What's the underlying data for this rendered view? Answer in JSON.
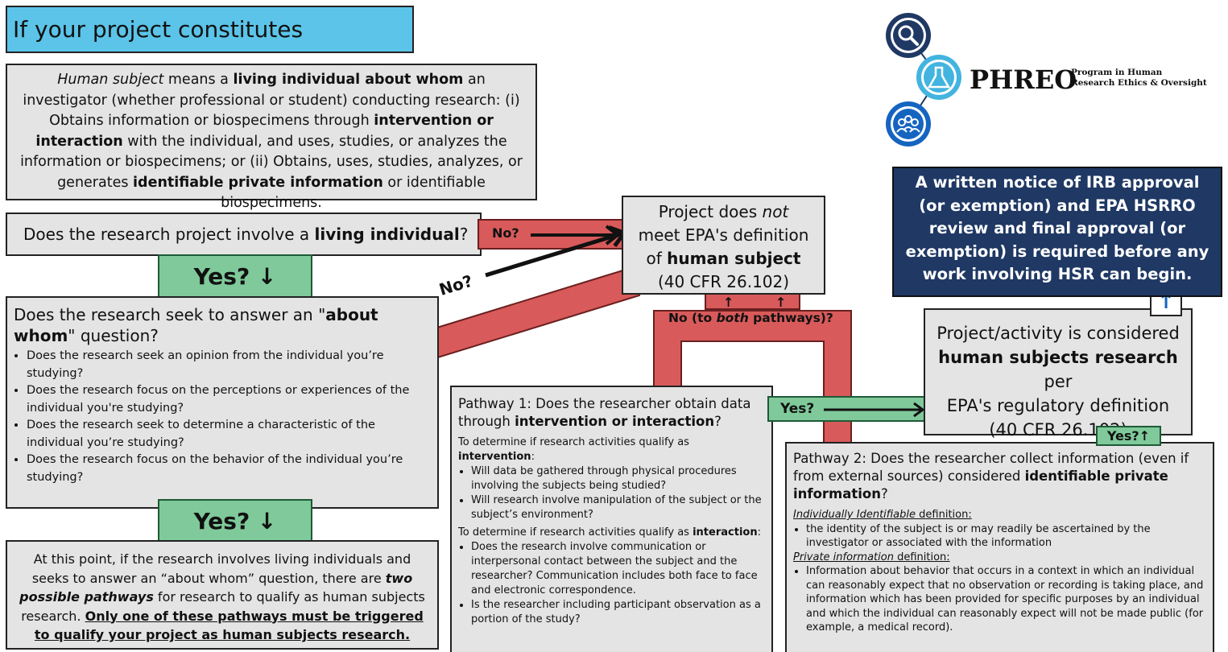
{
  "title": "If your project constitutes research...",
  "logo": {
    "name": "PHREO",
    "sub1": "Program in Human",
    "sub2": "Research Ethics & Oversight"
  },
  "definition": {
    "pre1": "Human subject",
    "t1": " means a ",
    "b1": "living individual about whom",
    "t2": " an investigator (whether professional or student) conducting research: (i) Obtains information or biospecimens through ",
    "b2": "intervention or interaction",
    "t3": " with the individual, and uses, studies, or analyzes the information or biospecimens; or (ii) Obtains, uses, studies, analyzes, or generates ",
    "b3": "identifiable private information",
    "t4": " or identifiable biospecimens."
  },
  "q1": {
    "pre": "Does the research project involve a ",
    "bold": "living individual",
    "post": "?"
  },
  "yes_label": "Yes?",
  "no_label": "No?",
  "q2": {
    "pre": "Does the research seek to answer an \"",
    "bold": "about whom",
    "post": "\" question?",
    "bullets": [
      "Does the research seek an opinion from the individual you’re studying?",
      "Does the research focus on the perceptions or experiences of the individual you're studying?",
      "Does the research seek to determine a characteristic of the individual you’re studying?",
      "Does the research focus on the behavior of the individual you’re studying?"
    ]
  },
  "pathways_note": {
    "t1": "At this point, if the research involves living individuals and seeks to answer an “about whom” question, there are ",
    "b1": "two possible pathways",
    "t2": " for research to qualify as human subjects research. ",
    "u1": "Only one of these pathways must be triggered to qualify your project as human subjects research."
  },
  "not_subject": {
    "l1a": "Project does ",
    "l1b": "not",
    "l2": "meet EPA's definition",
    "l3a": "of ",
    "l3b": "human subject",
    "l4": "(40 CFR 26.102)"
  },
  "no_both": {
    "pre": "No (to ",
    "em": "both",
    "post": " pathways)?"
  },
  "pathway1": {
    "h_pre": "Pathway 1: Does the researcher obtain data through ",
    "h_bold": "intervention or interaction",
    "h_post": "?",
    "s1_pre": "To determine if research activities qualify as ",
    "s1_bold": "intervention",
    "s1_post": ":",
    "s1_bullets": [
      "Will data be gathered through physical procedures involving the subjects being studied?",
      "Will research involve manipulation of the subject or the subject’s environment?"
    ],
    "s2_pre": "To determine if research activities qualify as ",
    "s2_bold": "interaction",
    "s2_post": ":",
    "s2_bullets": [
      "Does the research involve communication or interpersonal contact between the subject and the researcher? Communication includes both face to face and electronic correspondence.",
      "Is the researcher including participant observation as a portion of the study?"
    ]
  },
  "pathway2": {
    "h_pre": "Pathway 2: Does the researcher collect information (even if from external sources) considered ",
    "h_bold": "identifiable private information",
    "h_post": "?",
    "d1_em": "Individually Identifiable",
    "d1_post": " definition:",
    "d1_bullets": [
      "the identity of the subject is or may readily be ascertained by the investigator or associated with the information"
    ],
    "d2_em": "Private information",
    "d2_post": " definition:",
    "d2_bullets": [
      "Information about behavior that occurs in a context in which an individual can reasonably expect that no observation or recording is taking place, and information which has been provided for specific purposes by an individual and which the individual can reasonably expect will not be made public (for example, a medical record)."
    ]
  },
  "hsr": {
    "l1": "Project/activity is considered",
    "l2a": "human subjects research",
    "l2b": " per",
    "l3": "EPA's regulatory definition",
    "l4": "(40 CFR 26.102)"
  },
  "notice": "A written notice of IRB approval (or exemption) and EPA HSRRO review and final approval (or exemption) is required before any work involving HSR can begin.",
  "colors": {
    "title_bg": "#5bc4e8",
    "green": "#7fc99a",
    "red": "#d85a5a",
    "navy": "#1f3864",
    "box": "#e4e4e4"
  }
}
